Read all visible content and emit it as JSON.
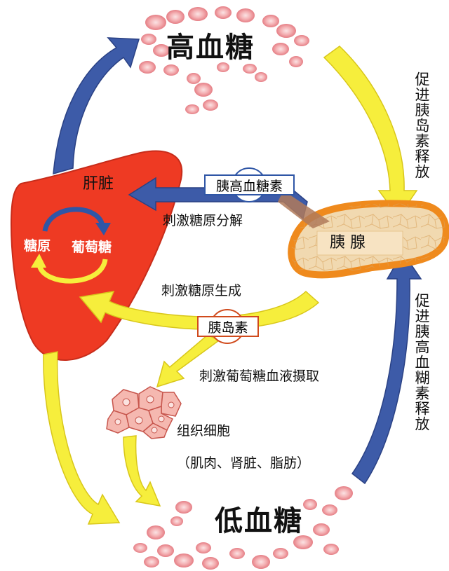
{
  "labels": {
    "high": "高血糖",
    "low": "低血糖",
    "liver": "肝脏",
    "glycogen": "糖原",
    "glucose": "葡萄糖",
    "glucagon": "胰高血糖素",
    "stim_breakdown": "刺激糖原分解",
    "pancreas": "胰  腺",
    "stim_synthesis": "刺激糖原生成",
    "insulin": "胰岛素",
    "stim_uptake": "刺激葡萄糖血液摄取",
    "tissue": "组织细胞",
    "tissue_examples": "（肌肉、肾脏、脂肪）",
    "promote_insulin": "促进胰岛素释放",
    "promote_glucagon": "促进胰高血糊素释放"
  },
  "colors": {
    "yellow_arrow": "#f6ee3c",
    "blue_arrow": "#3d5ba8",
    "liver": "#ee3a23",
    "pancreas": "#f1d9b0",
    "pancreas_border": "#ef8a1d",
    "blood_cell": "#f2a2a6"
  }
}
